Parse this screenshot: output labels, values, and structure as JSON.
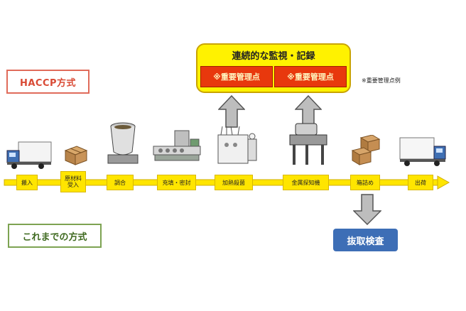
{
  "haccp_label": "HACCP方式",
  "conventional_label": "これまでの方式",
  "monitoring": {
    "title": "連続的な監視・記録",
    "ccp_items": [
      "※重要管理点",
      "※重要管理点"
    ]
  },
  "note": "※重要管理点例",
  "steps": [
    "搬入",
    "原材料\n受入",
    "調合",
    "充填・密封",
    "加熱殺菌",
    "金属探知機",
    "箱詰め",
    "出荷"
  ],
  "inspection_label": "抜取検査",
  "icons": [
    "truck-icon",
    "boxes-icon",
    "mixing-tank-icon",
    "filling-machine-icon",
    "sterilizer-icon",
    "metal-detector-icon",
    "cardboard-boxes-icon",
    "truck-icon"
  ],
  "colors": {
    "timeline_yellow": "#ffe500",
    "ccp_red": "#e8380d",
    "monitor_yellow": "#fff200",
    "inspection_blue": "#3d6eb6",
    "haccp_red": "#d94a35",
    "conventional_green": "#3f6a20"
  }
}
